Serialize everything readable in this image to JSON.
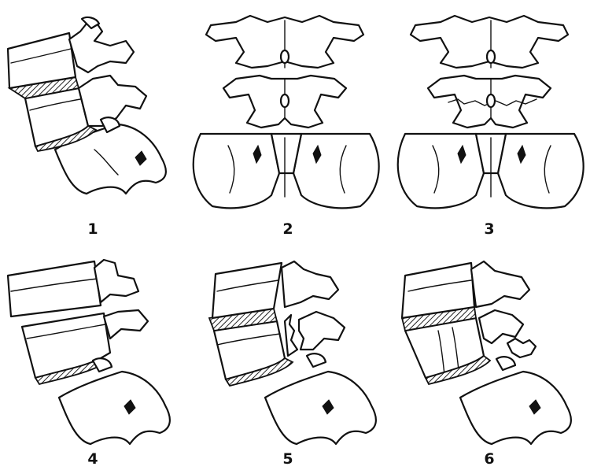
{
  "figure": {
    "panels": [
      {
        "id": 1,
        "label": "1",
        "view": "lateral"
      },
      {
        "id": 2,
        "label": "2",
        "view": "anterior-posterior"
      },
      {
        "id": 3,
        "label": "3",
        "view": "anterior-posterior"
      },
      {
        "id": 4,
        "label": "4",
        "view": "lateral"
      },
      {
        "id": 5,
        "label": "5",
        "view": "lateral"
      },
      {
        "id": 6,
        "label": "6",
        "view": "lateral"
      }
    ],
    "colors": {
      "line": "#111111",
      "background": "#ffffff",
      "hatch": "#333333"
    }
  }
}
